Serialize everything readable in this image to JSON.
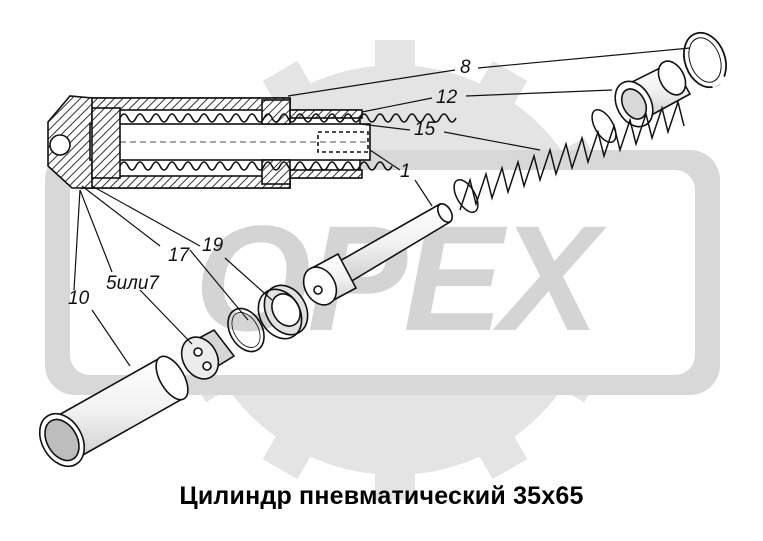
{
  "watermark": {
    "text": "OPEX",
    "color": "#dcdcdc"
  },
  "callouts": {
    "c8": "8",
    "c12": "12",
    "c15": "15",
    "c1": "1",
    "c17": "17",
    "c19": "19",
    "c5or7": "5или7",
    "c10": "10"
  },
  "caption": "Цилиндр пневматический 35х65",
  "colors": {
    "line": "#111111",
    "hatch": "#555555",
    "shade": "#c8c8c8"
  }
}
